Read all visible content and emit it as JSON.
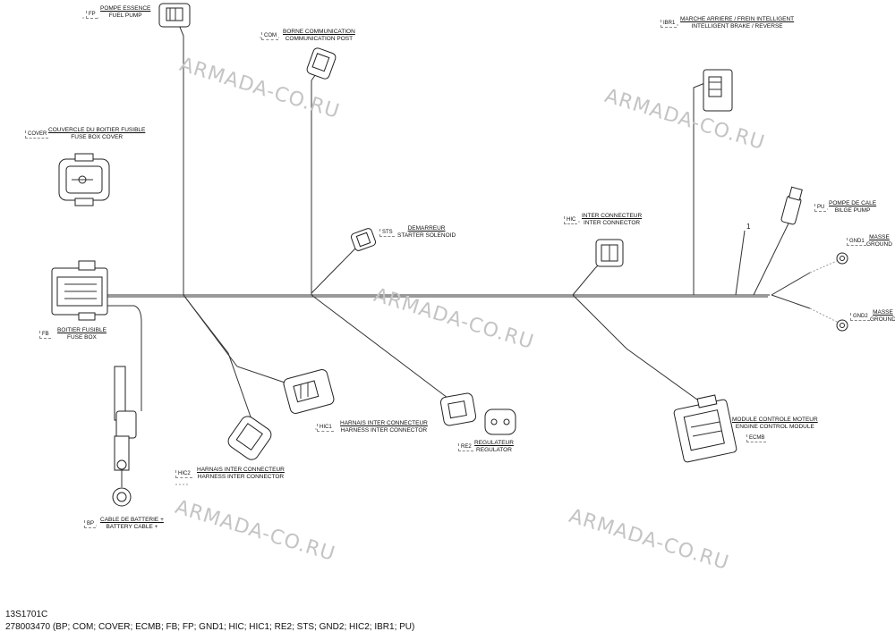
{
  "watermark": "ARMADA-CO.RU",
  "components": {
    "fp": {
      "code": "FP",
      "fr": "POMPE ESSENCE",
      "en": "FUEL PUMP"
    },
    "com": {
      "code": "COM",
      "fr": "BORNE COMMUNICATION",
      "en": "COMMUNICATION POST"
    },
    "cover": {
      "code": "COVER",
      "fr": "COUVERCLE DU BOITIER FUSIBLE",
      "en": "FUSE BOX COVER"
    },
    "fb": {
      "code": "FB",
      "fr": "BOITIER FUSIBLE",
      "en": "FUSE BOX"
    },
    "sts": {
      "code": "STS",
      "fr": "DEMARREUR",
      "en": "STARTER SOLENOID"
    },
    "hic": {
      "code": "HIC",
      "fr": "INTER CONNECTEUR",
      "en": "INTER CONNECTOR"
    },
    "ibr1": {
      "code": "IBR1",
      "fr": "MARCHE ARRIERE / FREIN INTELLIGENT",
      "en": "INTELLIGENT BRAKE / REVERSE"
    },
    "pu": {
      "code": "PU",
      "fr": "POMPE DE CALE",
      "en": "BILGE PUMP"
    },
    "gnd1": {
      "code": "GND1",
      "fr": "MASSE",
      "en": "GROUND"
    },
    "gnd2": {
      "code": "GND2",
      "fr": "MASSE",
      "en": "GROUND"
    },
    "hic1": {
      "code": "HIC1",
      "fr": "HARNAIS INTER CONNECTEUR",
      "en": "HARNESS INTER CONNECTOR"
    },
    "hic2": {
      "code": "HIC2",
      "fr": "HARNAIS INTER CONNECTEUR",
      "en": "HARNESS INTER CONNECTOR"
    },
    "re2": {
      "code": "RE2",
      "fr": "REGULATEUR",
      "en": "REGULATOR"
    },
    "ecmb": {
      "code": "ECMB",
      "fr": "MODULE CONTROLE MOTEUR",
      "en": "ENGINE CONTROL MODULE"
    },
    "bp": {
      "code": "BP",
      "fr": "CABLE DE BATTERIE +",
      "en": "BATTERY CABLE +"
    }
  },
  "callout_one": "1",
  "footer": {
    "line1": "13S1701C",
    "line2": "278003470 (BP; COM; COVER; ECMB; FB; FP; GND1; HIC; HIC1; RE2; STS; GND2; HIC2; IBR1; PU)"
  }
}
